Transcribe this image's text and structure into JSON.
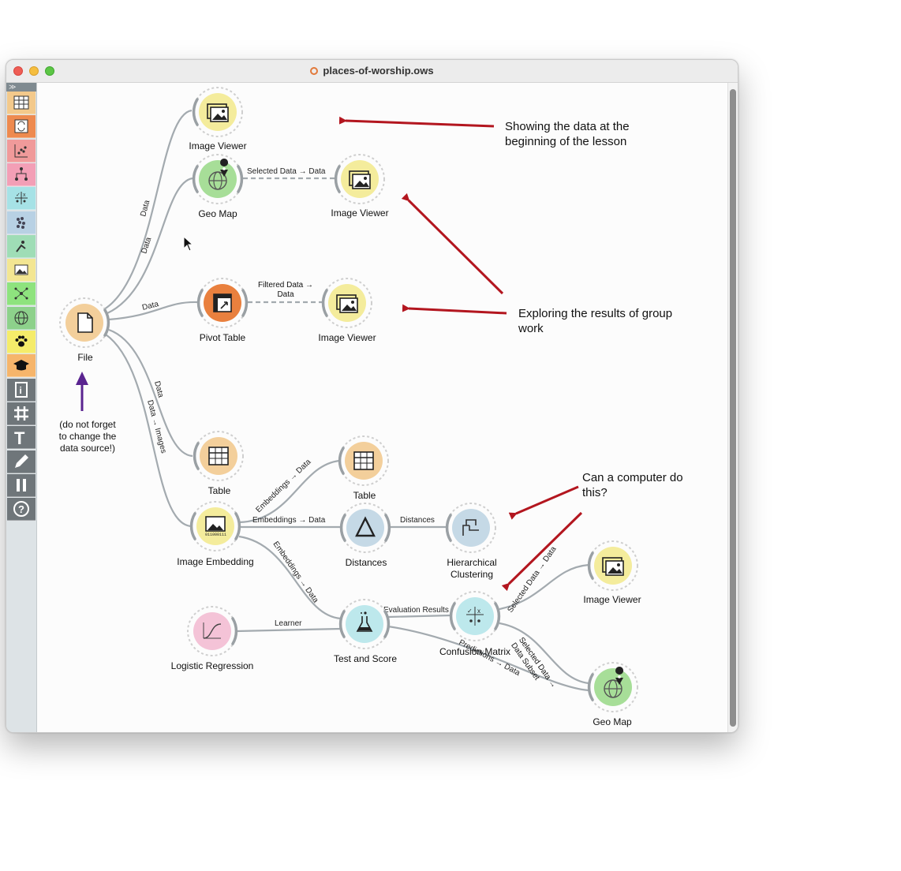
{
  "window": {
    "title": "places-of-worship.ows"
  },
  "toolbox": {
    "expand_label": "≫",
    "tools": [
      {
        "name": "data-table-icon",
        "color": "#f3c98b"
      },
      {
        "name": "data-transform-icon",
        "color": "#ee8a4f"
      },
      {
        "name": "visualize-scatter-icon",
        "color": "#f09a9a"
      },
      {
        "name": "tree-icon",
        "color": "#f39fb6"
      },
      {
        "name": "evaluate-matrix-icon",
        "color": "#a6e2e6"
      },
      {
        "name": "cluster-icon",
        "color": "#b8d1e4"
      },
      {
        "name": "educational-icon",
        "color": "#9fddb6"
      },
      {
        "name": "image-analytics-icon",
        "color": "#f3e692"
      },
      {
        "name": "network-icon",
        "color": "#8ee37e"
      },
      {
        "name": "geo-icon",
        "color": "#8dd18b"
      },
      {
        "name": "paw-icon",
        "color": "#f5ec6a"
      },
      {
        "name": "graduation-cap-icon",
        "color": "#f6b56b"
      },
      {
        "name": "info-icon",
        "color": "#6f767a"
      },
      {
        "name": "grid-hash-icon",
        "color": "#6f767a"
      },
      {
        "name": "text-annotation-icon",
        "color": "#6f767a"
      },
      {
        "name": "pen-arrow-icon",
        "color": "#6f767a"
      },
      {
        "name": "pause-icon",
        "color": "#6f767a"
      },
      {
        "name": "help-icon",
        "color": "#6f767a"
      }
    ]
  },
  "widgets": {
    "file": "File",
    "image_viewer_1": "Image Viewer",
    "geo_map_1": "Geo Map",
    "image_viewer_2": "Image Viewer",
    "pivot_table": "Pivot Table",
    "image_viewer_3": "Image Viewer",
    "table_1": "Table",
    "table_2": "Table",
    "image_embedding": "Image Embedding",
    "distances": "Distances",
    "hierarchical_clustering": "Hierarchical\nClustering",
    "image_viewer_4": "Image Viewer",
    "logistic_regression": "Logistic Regression",
    "test_and_score": "Test and Score",
    "confusion_matrix": "Confusion Matrix",
    "geo_map_2": "Geo Map"
  },
  "links": {
    "file_to_image_viewer": "Data",
    "file_to_geo_map": "Data",
    "file_to_pivot": "Data",
    "file_to_table": "Data",
    "file_to_embedding": "Data → Images",
    "geo_to_viewer": "Selected Data → Data",
    "pivot_to_viewer": "Filtered Data →\nData",
    "embedding_to_table": "Embeddings → Data",
    "embedding_to_distances": "Embeddings → Data",
    "distances_to_clustering": "Distances",
    "embedding_to_test": "Embeddings → Data",
    "learner": "Learner",
    "evaluation_results": "Evaluation Results",
    "test_to_geo": "Predictions → Data",
    "cm_to_viewer": "Selected Data → Data",
    "cm_to_geo": "Selected Data →\nData Subset"
  },
  "annotations": {
    "showing": "Showing the data at the\nbeginning of the lesson",
    "exploring": "Exploring the results of group\nwork",
    "computer": "Can a computer do\nthis?",
    "note": "(do not forget\nto change the\ndata source!)"
  },
  "colors": {
    "arrow_red": "#b3161f",
    "arrow_purple": "#5a2490",
    "link": "#a3aaaf",
    "image_widget": "#f4ec9c",
    "geo_widget": "#a7de98",
    "pivot_widget": "#e9803e",
    "table_widget": "#f3cf9b",
    "distances_widget": "#c5d9e6",
    "clustering_widget": "#c5d9e6",
    "test_widget": "#bde8ec",
    "cm_widget": "#bde8ec",
    "logreg_widget": "#f4c3d7",
    "file_widget": "#f3cf9b"
  }
}
